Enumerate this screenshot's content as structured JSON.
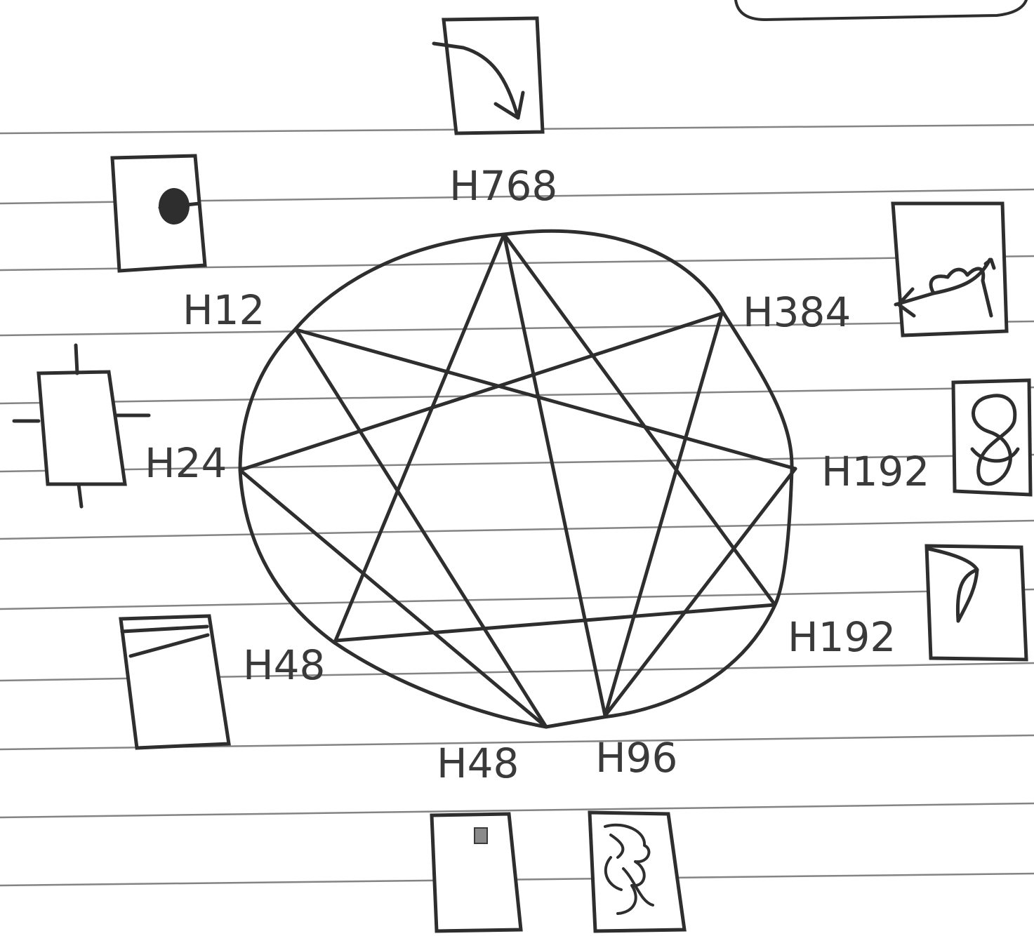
{
  "diagram": {
    "nodes": [
      {
        "id": "top",
        "label": "H768",
        "card_icon": "curved-arrow-down-icon"
      },
      {
        "id": "upper-right",
        "label": "H384",
        "card_icon": "sprout-arrow-icon"
      },
      {
        "id": "right",
        "label": "H192",
        "card_icon": "figure-eight-loop-icon"
      },
      {
        "id": "lower-right",
        "label": "H192",
        "card_icon": "hook-curve-icon"
      },
      {
        "id": "bottom-right",
        "label": "H96",
        "card_icon": "scribble-figure-icon"
      },
      {
        "id": "bottom-left",
        "label": "H48",
        "card_icon": "small-mark-icon"
      },
      {
        "id": "lower-left",
        "label": "H48",
        "card_icon": "diagonal-line-icon"
      },
      {
        "id": "left",
        "label": "H24",
        "card_icon": "crosshair-ticks-icon"
      },
      {
        "id": "upper-left",
        "label": "H12",
        "card_icon": "filled-dot-icon"
      }
    ],
    "edges": [
      [
        "top",
        "bottom-right"
      ],
      [
        "top",
        "lower-left"
      ],
      [
        "top",
        "lower-right"
      ],
      [
        "upper-left",
        "right"
      ],
      [
        "upper-left",
        "bottom-left"
      ],
      [
        "upper-right",
        "left"
      ],
      [
        "upper-right",
        "bottom-right"
      ],
      [
        "left",
        "bottom-left"
      ],
      [
        "right",
        "bottom-right"
      ],
      [
        "lower-left",
        "lower-right"
      ]
    ],
    "colors": {
      "ink": "#2e2e2e",
      "paper": "#ffffff",
      "rule": "#6f6f6f"
    }
  }
}
